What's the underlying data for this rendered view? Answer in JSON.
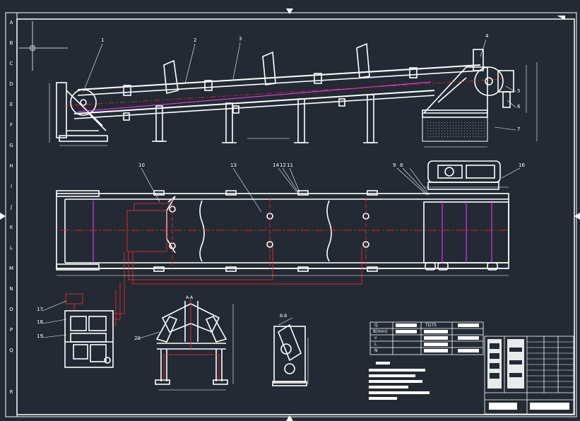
{
  "title_block": {
    "drawing_title": "",
    "scale": ""
  },
  "border": {
    "zone_letters": [
      "A",
      "B",
      "C",
      "D",
      "E",
      "F",
      "G",
      "H",
      "I",
      "J",
      "K",
      "L",
      "M",
      "N",
      "O",
      "P",
      "Q",
      "R"
    ]
  },
  "views": {
    "elevation": {
      "label": ""
    },
    "plan": {
      "label": ""
    },
    "section_aa": {
      "label": "A-A"
    },
    "section_bb": {
      "label": "B-B"
    }
  },
  "balloons": {
    "elevation": [
      "1",
      "2",
      "3",
      "4",
      "5",
      "6",
      "7"
    ],
    "plan": [
      "10",
      "13",
      "14",
      "12",
      "11",
      "9",
      "8",
      "16"
    ],
    "lower": [
      "17",
      "18",
      "19",
      "20"
    ]
  },
  "spec_table": {
    "rows": [
      {
        "param": "Q",
        "value": "",
        "item": "",
        "note": "TD75"
      },
      {
        "param": "B(mm)",
        "value": "",
        "item": "",
        "note": ""
      },
      {
        "param": "v",
        "value": "",
        "item": "",
        "note": ""
      },
      {
        "param": "L",
        "value": "",
        "item": "",
        "note": ""
      },
      {
        "param": "N",
        "value": "",
        "item": "",
        "note": ""
      }
    ]
  },
  "technical_requirements": {
    "heading": "",
    "lines": [
      "",
      "",
      "",
      "",
      ""
    ]
  },
  "colors": {
    "background": "#232a34",
    "linework": "#ffffff",
    "centerline": "#ff2a2a",
    "accent": "#ff3bff"
  }
}
